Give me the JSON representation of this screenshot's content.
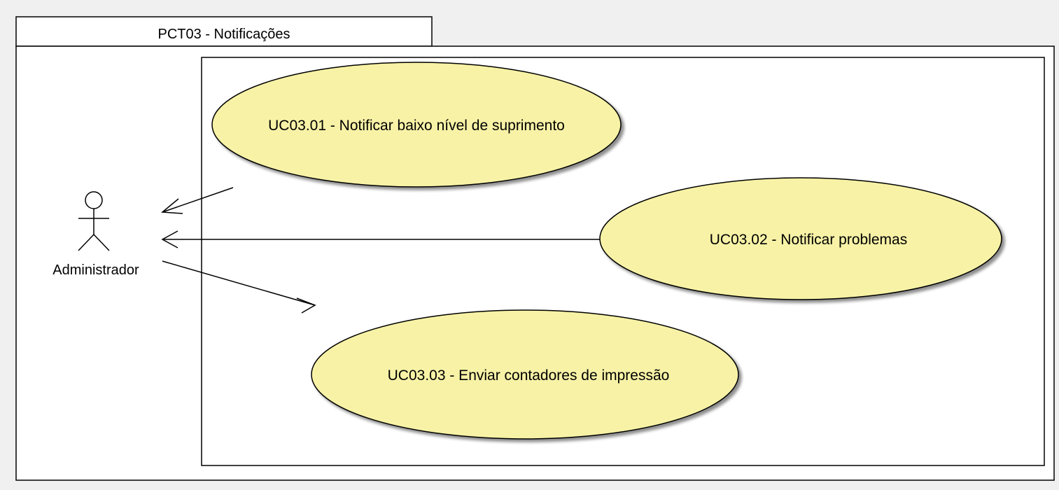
{
  "package": {
    "title": "PCT03 - Notificações"
  },
  "actor": {
    "name": "Administrador"
  },
  "use_cases": [
    {
      "label": "UC03.01 - Notificar baixo nível de suprimento"
    },
    {
      "label": "UC03.02 - Notificar problemas"
    },
    {
      "label": "UC03.03 - Enviar contadores de impressão"
    }
  ],
  "colors": {
    "background": "#f0f0f0",
    "package_fill": "#ffffff",
    "use_case_fill": "#f7f2a6",
    "shadow": "#8a8a8a",
    "line": "#000000"
  }
}
